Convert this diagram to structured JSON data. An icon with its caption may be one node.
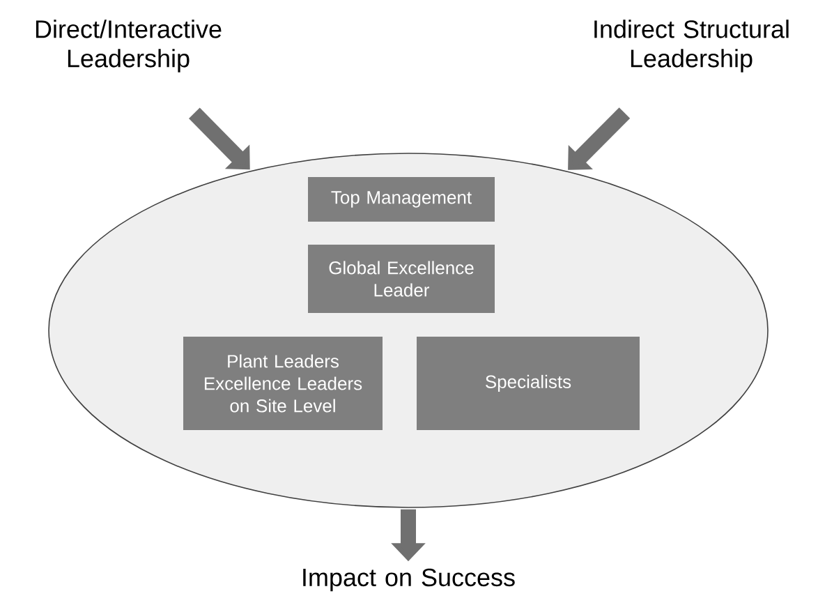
{
  "diagram": {
    "nodes": [
      {
        "text": [
          "Direct/Interactive Leadership"
        ]
      },
      {
        "text": [
          "Indirect Structural Leadership"
        ]
      },
      {
        "text": [],
        "shape": "ellipse"
      },
      {
        "text": [
          "Top Management"
        ],
        "in": 2
      },
      {
        "text": [
          "Global Excellence Leader"
        ],
        "in": 2
      },
      {
        "text": [
          "Plant Leaders Excellence Leaders on Site Level"
        ],
        "in": 2
      },
      {
        "text": [
          "Specialists"
        ],
        "in": 2
      },
      {
        "text": [
          "Impact on Success"
        ]
      }
    ],
    "edges": [
      {
        "from": 0,
        "to": 2,
        "arrow": "to"
      },
      {
        "from": 1,
        "to": 2,
        "arrow": "to"
      },
      {
        "from": 2,
        "to": 7,
        "arrow": "to"
      }
    ]
  }
}
